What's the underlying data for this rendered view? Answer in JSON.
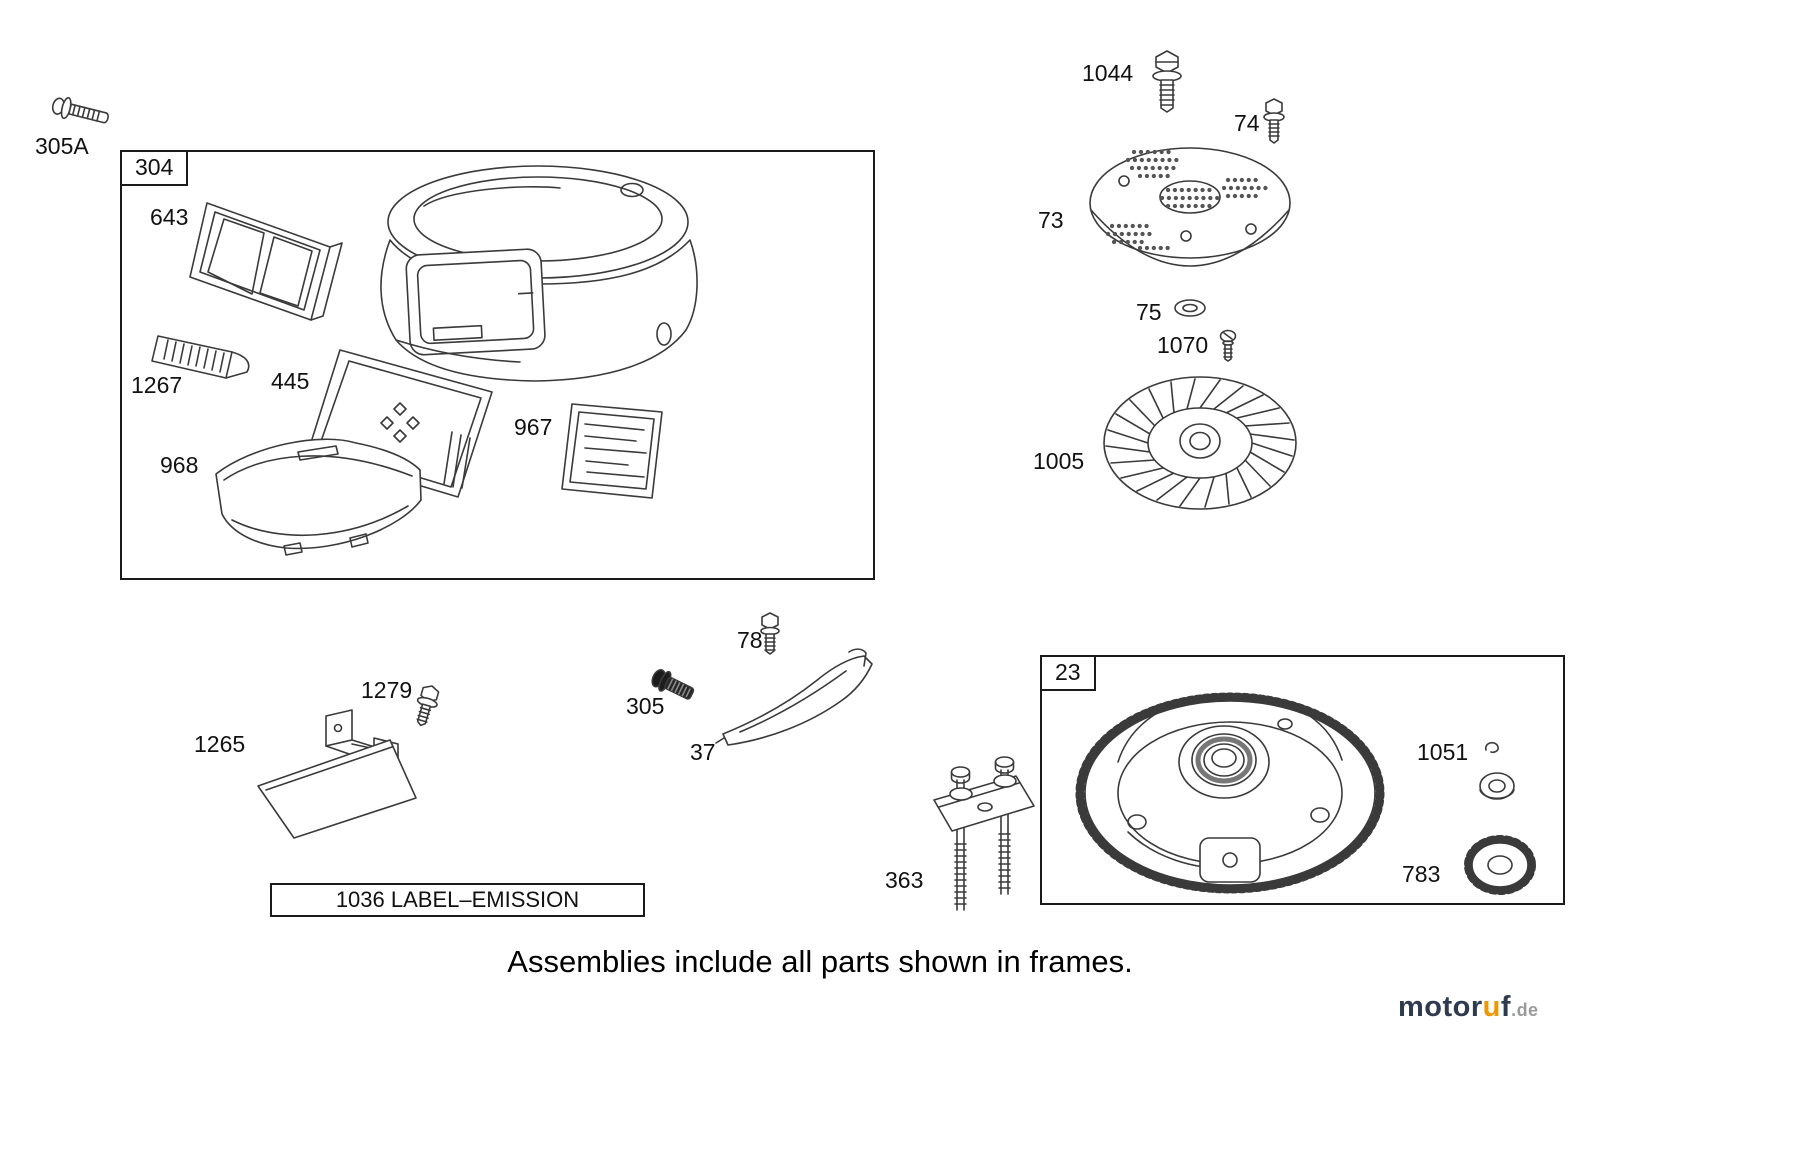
{
  "meta": {
    "background": "#ffffff",
    "line_color": "#3a3a3a"
  },
  "frames": {
    "blower_housing": {
      "label": "304"
    },
    "flywheel": {
      "label": "23"
    }
  },
  "labels": {
    "p305A": "305A",
    "p643": "643",
    "p1267": "1267",
    "p445": "445",
    "p968": "968",
    "p967": "967",
    "p1044": "1044",
    "p74": "74",
    "p73": "73",
    "p75": "75",
    "p1070": "1070",
    "p1005": "1005",
    "p78": "78",
    "p305": "305",
    "p37": "37",
    "p1279": "1279",
    "p1265": "1265",
    "p363": "363",
    "p1051": "1051",
    "p783": "783"
  },
  "emission_label": {
    "text": "1036 LABEL–EMISSION"
  },
  "footer": {
    "note": "Assemblies include all parts shown in frames."
  },
  "watermark": {
    "part1": "motor",
    "part2": "u",
    "part3": "f",
    "tld": ".de",
    "color_main": "#2e3a4e",
    "color_accent": "#f29600",
    "color_tld": "#9a9a9a"
  }
}
